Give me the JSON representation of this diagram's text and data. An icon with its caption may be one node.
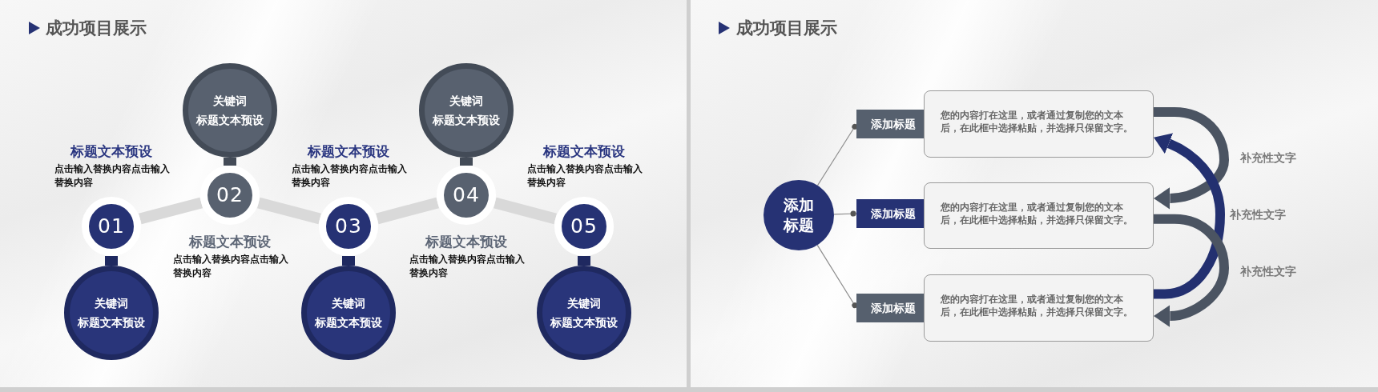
{
  "diagram": {
    "title": "成功项目展示",
    "nodes": [
      {
        "text": [
          "01"
        ],
        "beside": [
          "标题文本预设",
          "点击输入替换内容点击输入替换内容"
        ]
      },
      {
        "text": [
          "关键词",
          "标题文本预设"
        ]
      },
      {
        "text": [
          "02"
        ],
        "beside": [
          "标题文本预设",
          "点击输入替换内容点击输入替换内容"
        ]
      },
      {
        "text": [
          "关键词",
          "标题文本预设"
        ]
      },
      {
        "text": [
          "03"
        ],
        "beside": [
          "标题文本预设",
          "点击输入替换内容点击输入替换内容"
        ]
      },
      {
        "text": [
          "关键词",
          "标题文本预设"
        ]
      },
      {
        "text": [
          "04"
        ],
        "beside": [
          "标题文本预设",
          "点击输入替换内容点击输入替换内容"
        ]
      },
      {
        "text": [
          "关键词",
          "标题文本预设"
        ]
      },
      {
        "text": [
          "05"
        ],
        "beside": [
          "标题文本预设",
          "点击输入替换内容点击输入替换内容"
        ]
      },
      {
        "text": [
          "关键词",
          "标题文本预设"
        ]
      },
      {
        "text": [
          "添加标题"
        ]
      },
      {
        "text": [
          "添加标题"
        ]
      },
      {
        "text": [
          "您的内容打在这里，或者通过复制您的文本后，在此框中选择粘贴，并选择只保留文字。"
        ]
      },
      {
        "text": [
          "添加标题"
        ]
      },
      {
        "text": [
          "您的内容打在这里，或者通过复制您的文本后，在此框中选择粘贴，并选择只保留文字。"
        ]
      },
      {
        "text": [
          "添加标题"
        ]
      },
      {
        "text": [
          "您的内容打在这里，或者通过复制您的文本后，在此框中选择粘贴，并选择只保留文字。"
        ]
      }
    ],
    "edges": [
      {
        "from": 0,
        "to": 2,
        "arrow": "none",
        "color": "#d9d9d9"
      },
      {
        "from": 2,
        "to": 4,
        "arrow": "none",
        "color": "#d9d9d9"
      },
      {
        "from": 4,
        "to": 6,
        "arrow": "none",
        "color": "#d9d9d9"
      },
      {
        "from": 6,
        "to": 8,
        "arrow": "none",
        "color": "#d9d9d9"
      },
      {
        "from": 0,
        "to": 1,
        "arrow": "none",
        "color": "#1f2960"
      },
      {
        "from": 2,
        "to": 3,
        "arrow": "none",
        "color": "#434b57"
      },
      {
        "from": 4,
        "to": 5,
        "arrow": "none",
        "color": "#1f2960"
      },
      {
        "from": 6,
        "to": 7,
        "arrow": "none",
        "color": "#434b57"
      },
      {
        "from": 8,
        "to": 9,
        "arrow": "none",
        "color": "#1f2960"
      },
      {
        "from": 10,
        "to": 11,
        "arrow": "other",
        "color": "#8c8c8c"
      },
      {
        "from": 10,
        "to": 13,
        "arrow": "other",
        "color": "#8c8c8c"
      },
      {
        "from": 10,
        "to": 15,
        "arrow": "other",
        "color": "#8c8c8c"
      },
      {
        "from": 12,
        "to": 14,
        "arrow": "to",
        "label": "补充性文字",
        "color": "#4b5462"
      },
      {
        "from": 16,
        "to": 12,
        "arrow": "to",
        "label": "补充性文字",
        "color": "#233070"
      },
      {
        "from": 14,
        "to": 16,
        "arrow": "to",
        "label": "补充性文字",
        "color": "#4b5462"
      }
    ],
    "labels": [
      "成功项目展示"
    ]
  }
}
